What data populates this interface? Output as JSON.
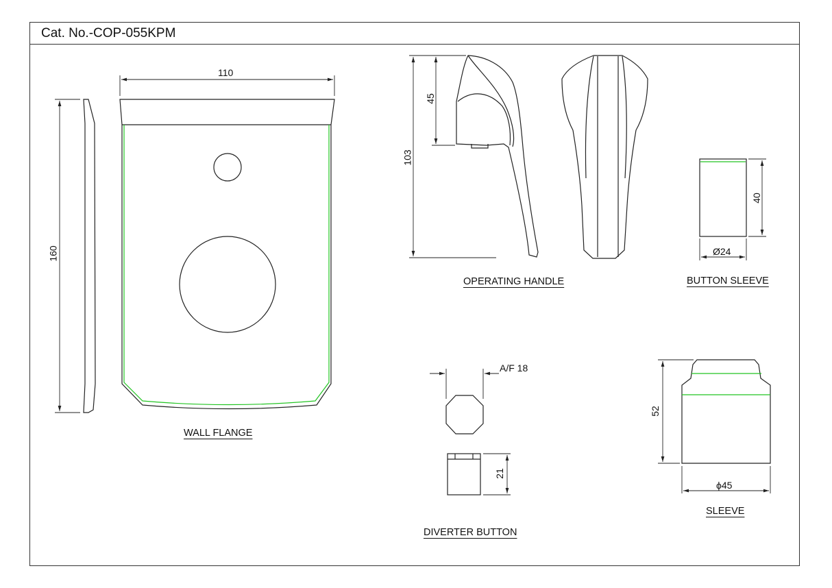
{
  "title": "Cat. No.-COP-055KPM",
  "parts": {
    "wall_flange": {
      "label": "WALL FLANGE",
      "width_dim": "110",
      "height_dim": "160"
    },
    "operating_handle": {
      "label": "OPERATING HANDLE",
      "dim_height": "103",
      "dim_upper": "45"
    },
    "button_sleeve": {
      "label": "BUTTON SLEEVE",
      "dim_height": "40",
      "dim_dia": "Ø24"
    },
    "diverter_button": {
      "label": "DIVERTER BUTTON",
      "dim_af": "A/F 18",
      "dim_height": "21"
    },
    "sleeve": {
      "label": "SLEEVE",
      "dim_height": "52",
      "dim_dia": "ϕ45"
    }
  },
  "colors": {
    "line": "#222222",
    "highlight": "#22c422"
  }
}
